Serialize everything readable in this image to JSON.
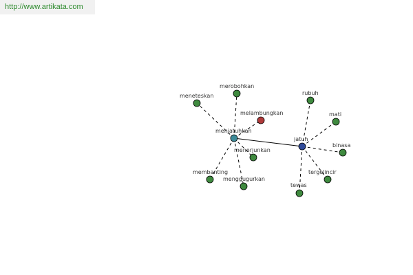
{
  "header": {
    "source_url": "http://www.artikata.com"
  },
  "colors": {
    "hub_menjatuhkan": "#3c8a98",
    "hub_jatuh": "#2f4a9a",
    "accent_node": "#b03a3a",
    "leaf_node": "#3f8a3f",
    "link": "#2e8b2e"
  },
  "graph": {
    "nodes": [
      {
        "id": "menjatuhkan",
        "label": "menjatuhkan",
        "kind": "hub_menjatuhkan"
      },
      {
        "id": "jatuh",
        "label": "jatuh",
        "kind": "hub_jatuh"
      },
      {
        "id": "melambungkan",
        "label": "melambungkan",
        "kind": "accent_node"
      },
      {
        "id": "meneteskan",
        "label": "meneteskan",
        "kind": "leaf_node"
      },
      {
        "id": "merobohkan",
        "label": "merobohkan",
        "kind": "leaf_node"
      },
      {
        "id": "menerjunkan",
        "label": "menerjunkan",
        "kind": "leaf_node"
      },
      {
        "id": "membanting",
        "label": "membanting",
        "kind": "leaf_node"
      },
      {
        "id": "menggugurkan",
        "label": "menggugurkan",
        "kind": "leaf_node"
      },
      {
        "id": "rubuh",
        "label": "rubuh",
        "kind": "leaf_node"
      },
      {
        "id": "mati",
        "label": "mati",
        "kind": "leaf_node"
      },
      {
        "id": "binasa",
        "label": "binasa",
        "kind": "leaf_node"
      },
      {
        "id": "tergelincir",
        "label": "tergelincir",
        "kind": "leaf_node"
      },
      {
        "id": "tewas",
        "label": "tewas",
        "kind": "leaf_node"
      }
    ],
    "edges": [
      {
        "from": "menjatuhkan",
        "to": "jatuh",
        "style": "solid"
      },
      {
        "from": "menjatuhkan",
        "to": "meneteskan",
        "style": "dashed"
      },
      {
        "from": "menjatuhkan",
        "to": "merobohkan",
        "style": "dashed"
      },
      {
        "from": "menjatuhkan",
        "to": "melambungkan",
        "style": "dashed"
      },
      {
        "from": "menjatuhkan",
        "to": "menerjunkan",
        "style": "dashed"
      },
      {
        "from": "menjatuhkan",
        "to": "membanting",
        "style": "dashed"
      },
      {
        "from": "menjatuhkan",
        "to": "menggugurkan",
        "style": "dashed"
      },
      {
        "from": "jatuh",
        "to": "rubuh",
        "style": "dashed"
      },
      {
        "from": "jatuh",
        "to": "mati",
        "style": "dashed"
      },
      {
        "from": "jatuh",
        "to": "binasa",
        "style": "dashed"
      },
      {
        "from": "jatuh",
        "to": "tergelincir",
        "style": "dashed"
      },
      {
        "from": "jatuh",
        "to": "tewas",
        "style": "dashed"
      }
    ]
  }
}
